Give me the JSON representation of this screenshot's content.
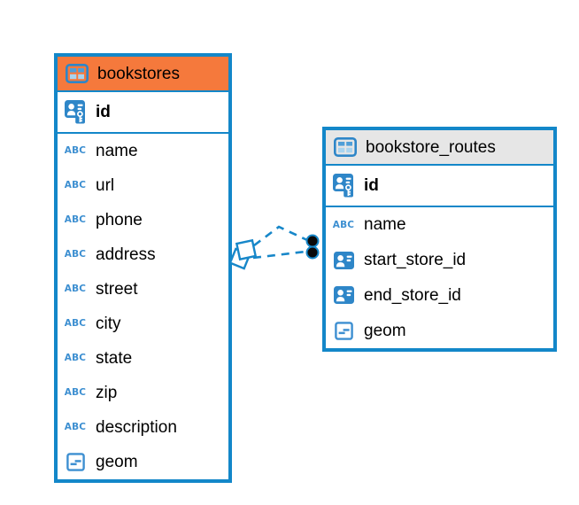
{
  "colors": {
    "table_border": "#1387c9",
    "selected_header": "#f5793c",
    "header_gray": "#e6e6e6",
    "icon_blue": "#2e86c8",
    "icon_cell_dark": "#4f9fd8",
    "icon_cell_light": "#a9d4ef",
    "abc_blue": "#3d8fd1",
    "relation_line": "#1787c9",
    "text": "#000000",
    "background": "#ffffff"
  },
  "tables": [
    {
      "name": "bookstores",
      "selected": true,
      "columns": [
        {
          "name": "id",
          "type_icon": "primary-key",
          "primary": true
        },
        {
          "name": "name",
          "type_icon": "text"
        },
        {
          "name": "url",
          "type_icon": "text"
        },
        {
          "name": "phone",
          "type_icon": "text"
        },
        {
          "name": "address",
          "type_icon": "text"
        },
        {
          "name": "street",
          "type_icon": "text"
        },
        {
          "name": "city",
          "type_icon": "text"
        },
        {
          "name": "state",
          "type_icon": "text"
        },
        {
          "name": "zip",
          "type_icon": "text"
        },
        {
          "name": "description",
          "type_icon": "text"
        },
        {
          "name": "geom",
          "type_icon": "geometry"
        }
      ]
    },
    {
      "name": "bookstore_routes",
      "selected": false,
      "columns": [
        {
          "name": "id",
          "type_icon": "primary-key",
          "primary": true
        },
        {
          "name": "name",
          "type_icon": "text"
        },
        {
          "name": "start_store_id",
          "type_icon": "reference"
        },
        {
          "name": "end_store_id",
          "type_icon": "reference"
        },
        {
          "name": "geom",
          "type_icon": "geometry"
        }
      ]
    }
  ],
  "relationships": [
    {
      "from": "bookstore_routes.start_store_id",
      "to": "bookstores.id",
      "line_style": "dashed",
      "from_marker": "dot",
      "to_marker": "diamond"
    },
    {
      "from": "bookstore_routes.end_store_id",
      "to": "bookstores.id",
      "line_style": "dashed",
      "from_marker": "dot",
      "to_marker": "diamond"
    }
  ]
}
